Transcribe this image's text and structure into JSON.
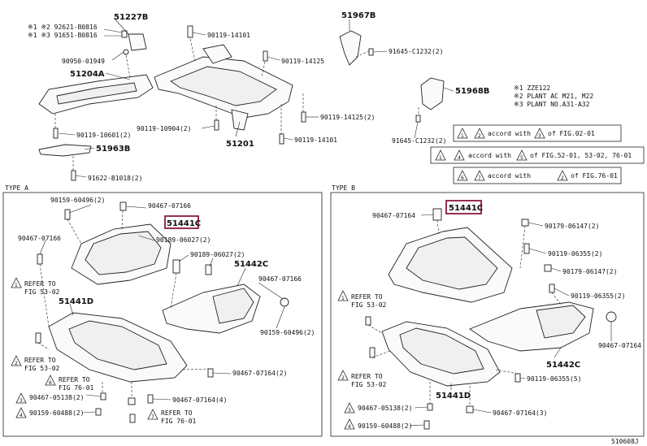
{
  "labels": {
    "p51227B": "51227B",
    "p1_92621": "※1 ※2 92621-B0816",
    "p1_91651": "※1 ※3 91651-B0816",
    "p90950": "90950-01949",
    "p51204A": "51204A",
    "p90119_10601": "90119-10601(2)",
    "p51963B": "51963B",
    "p91622": "91622-B1018(2)",
    "p90119_14101a": "90119-14101",
    "p90119_14125": "90119-14125",
    "p90119_10904": "90119-10904(2)",
    "p51201": "51201",
    "p90119_14125_2": "90119-14125(2)",
    "p90119_14101b": "90119-14101",
    "p51967B": "51967B",
    "p91645a": "91645-C1232(2)",
    "p51968B": "51968B",
    "p91645b": "91645-C1232(2)",
    "note1": "※1 ZZE122",
    "note2": "※2 PLANT AC M21, M22",
    "note3": "※3 PLANT NO.A31-A32",
    "ref1": "accord with",
    "ref1_fig": "of FIG.02-01",
    "ref2": "accord with",
    "ref2_fig": "of FIG.52-01, 53-02, 76-01",
    "ref3": "accord with",
    "ref3_fig": "of FIG.76-01",
    "typeA": "TYPE A",
    "typeB": "TYPE B",
    "a_90159_60496_2": "90159-60496(2)",
    "a_90467_07166a": "90467-07166",
    "a_51441C": "51441C",
    "a_90189_06027": "90189-06027(2)",
    "a_90467_07166b": "90467-07166",
    "a_90189_06027b": "90189-06027(2)",
    "a_51442C": "51442C",
    "a_ref53_1": "REFER TO",
    "a_ref53_1b": "FIG 53-02",
    "a_51441D": "51441D",
    "a_90467_07166c": "90467-07166",
    "a_90159_60496b": "90159-60496(2)",
    "a_ref53_2": "REFER TO",
    "a_ref53_2b": "FIG 53-02",
    "a_ref76_1": "REFER TO",
    "a_ref76_1b": "FIG 76-01",
    "a_90467_07164_2": "90467-07164(2)",
    "a_90467_05138": "90467-05138(2)",
    "a_90467_07164_4": "90467-07164(4)",
    "a_90159_60488": "90159-60488(2)",
    "a_ref76_2": "REFER TO",
    "a_ref76_2b": "FIG 76-01",
    "b_90467_07164": "90467-07164",
    "b_51441C": "51441C",
    "b_90179_06147a": "90179-06147(2)",
    "b_90119_06355a": "90119-06355(2)",
    "b_90179_06147b": "90179-06147(2)",
    "b_ref53_1": "REFER TO",
    "b_ref53_1b": "FIG 53-02",
    "b_90119_06355b": "90119-06355(2)",
    "b_90467_07164b": "90467-07164",
    "b_ref53_2": "REFER TO",
    "b_ref53_2b": "FIG 53-02",
    "b_51442C": "51442C",
    "b_90119_06355c": "90119-06355(5)",
    "b_51441D": "51441D",
    "b_90467_05138": "90467-05138(2)",
    "b_90467_07164c": "90467-07164(3)",
    "b_90159_60488": "90159-60488(2)",
    "diagram_id": "510608J"
  },
  "tri_numbers": [
    "1",
    "2",
    "3",
    "4",
    "5",
    "6",
    "7"
  ],
  "colors": {
    "highlight": "#8b1a3a",
    "line": "#222222"
  }
}
